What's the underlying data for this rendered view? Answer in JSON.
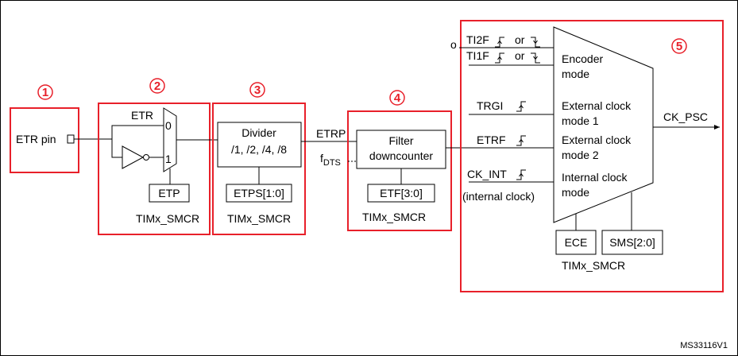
{
  "footer": "MS33116V1",
  "block1": {
    "number": "1",
    "pin_label": "ETR pin"
  },
  "block2": {
    "number": "2",
    "etr_label": "ETR",
    "mux_in0": "0",
    "mux_in1": "1",
    "etp_label": "ETP",
    "reg_label": "TIMx_SMCR"
  },
  "block3": {
    "number": "3",
    "divider_line1": "Divider",
    "divider_line2": "/1, /2, /4, /8",
    "etps_label": "ETPS[1:0]",
    "reg_label": "TIMx_SMCR"
  },
  "block4": {
    "number": "4",
    "etrp_label": "ETRP",
    "fdts_main": "f",
    "fdts_sub": "DTS",
    "filter_line1": "Filter",
    "filter_line2": "downcounter",
    "etf_label": "ETF[3:0]",
    "reg_label": "TIMx_SMCR"
  },
  "block5": {
    "number": "5",
    "input_prefix": "o",
    "ti2f_label": "TI2F",
    "ti1f_label": "TI1F",
    "or_label": "or",
    "trgi_label": "TRGI",
    "etrf_label": "ETRF",
    "ckint_label": "CK_INT",
    "ckint_note": "(internal clock)",
    "mode_encoder": [
      "Encoder",
      "mode"
    ],
    "mode_ext1": [
      "External clock",
      "mode 1"
    ],
    "mode_ext2": [
      "External clock",
      "mode 2"
    ],
    "mode_internal": [
      "Internal clock",
      "mode"
    ],
    "output_label": "CK_PSC",
    "ece_label": "ECE",
    "sms_label": "SMS[2:0]",
    "reg_label": "TIMx_SMCR"
  }
}
